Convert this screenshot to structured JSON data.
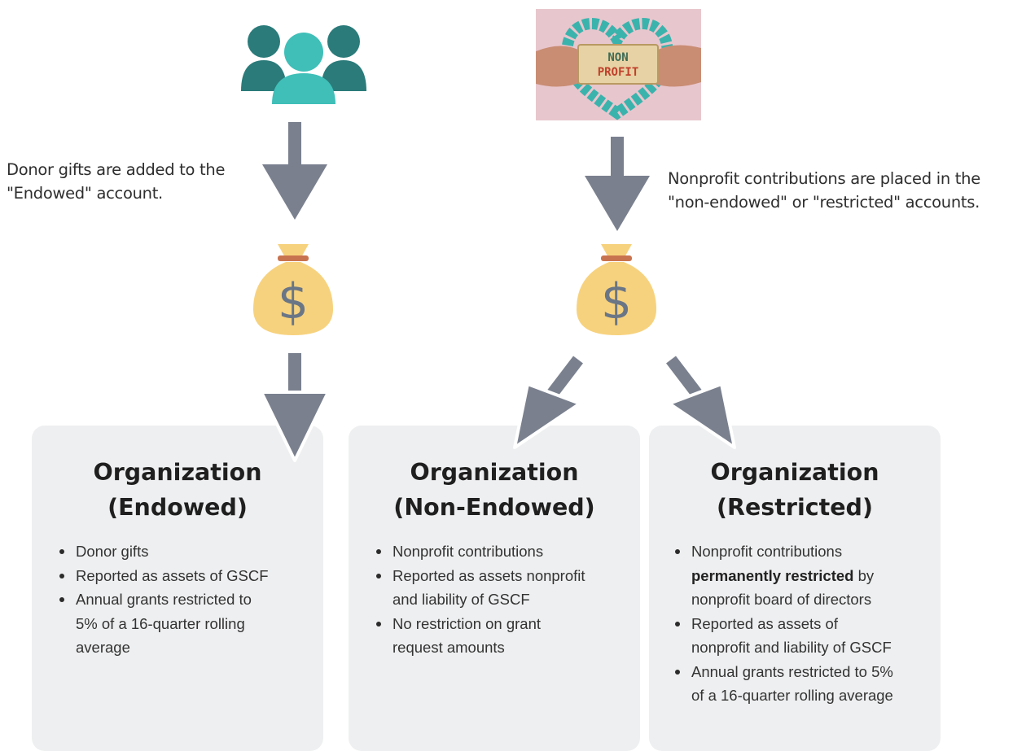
{
  "left_caption": [
    "Donor gifts are added to the",
    "\"Endowed\" account."
  ],
  "right_caption": [
    "Nonprofit contributions are placed in the",
    "\"non-endowed\" or \"restricted\" accounts."
  ],
  "photo": {
    "line1": "NON",
    "line2": "PROFIT"
  },
  "money_bag_symbol": "$",
  "icons": [
    "donors-icon",
    "money-bag-icon",
    "arrow-down-icon"
  ],
  "colors": {
    "donor_front": "#3fbfb8",
    "donor_back": "#2a7b7a",
    "arrow": "#7a808e",
    "bag": "#f7d27e",
    "bag_tie": "#c8734f",
    "dollar": "#6a7686",
    "card_bg": "#eeeff0"
  },
  "cards": [
    {
      "title": [
        "Organization",
        "(Endowed)"
      ],
      "items": [
        {
          "lines": [
            "Donor gifts"
          ]
        },
        {
          "lines": [
            "Reported as assets of GSCF"
          ]
        },
        {
          "lines": [
            "Annual grants restricted to",
            "5% of a 16-quarter rolling",
            "average"
          ]
        }
      ]
    },
    {
      "title": [
        "Organization",
        "(Non-Endowed)"
      ],
      "items": [
        {
          "lines": [
            "Nonprofit contributions"
          ]
        },
        {
          "lines": [
            "Reported as assets nonprofit",
            "and liability of GSCF"
          ]
        },
        {
          "lines": [
            "No restriction on grant",
            "request amounts"
          ]
        }
      ]
    },
    {
      "title": [
        "Organization",
        "(Restricted)"
      ],
      "items": [
        {
          "lines": [
            "Nonprofit contributions"
          ],
          "bold": "permanently restricted",
          "after": " by",
          "rest": [
            "nonprofit board of directors"
          ]
        },
        {
          "lines": [
            "Reported as assets of",
            "nonprofit and liability of GSCF"
          ]
        },
        {
          "lines": [
            "Annual grants restricted to 5%",
            "of a 16-quarter rolling average"
          ]
        }
      ]
    }
  ]
}
